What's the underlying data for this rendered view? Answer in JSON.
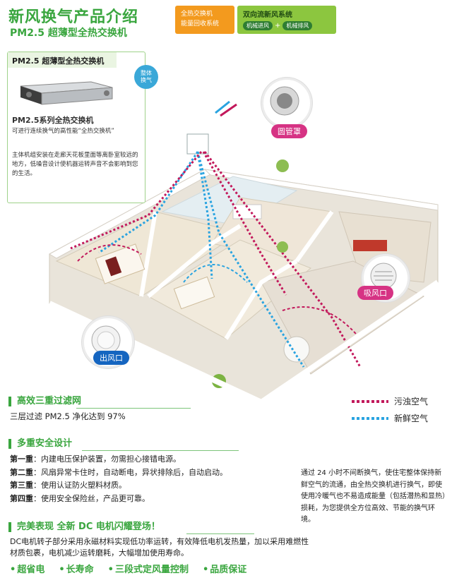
{
  "header": {
    "title": "新风换气产品介绍",
    "subtitle": "PM2.5 超薄型全热交换机",
    "tag_orange": [
      "全热交换机",
      "能量回收系统"
    ],
    "tag_green": {
      "title": "双向流新风系统",
      "pill1": "机械进风",
      "plus": "+",
      "pill2": "机械排风"
    }
  },
  "intro": {
    "title": "PM2.5 超薄型全热交换机",
    "badge": [
      "整体",
      "换气"
    ],
    "series": "PM2.5系列全热交换机",
    "desc1": "可进行连续换气的高性能“全热交换机”",
    "desc2": "主体机组安装在走廊天花板里面等离卧室较远的地方，低噪音设计使机器运转声音不会影响到您的生活。"
  },
  "callouts": {
    "pipe": "圆管罩",
    "inlet": "吸风口",
    "outlet": "出风口"
  },
  "legend": {
    "dirty": "污浊空气",
    "fresh": "新鲜空气",
    "dirty_color": "#c2185b",
    "fresh_color": "#29a3e0"
  },
  "sections": {
    "filter": {
      "title": "高效三重过滤网",
      "body": "三层过滤 PM2.5 净化达到 97%"
    },
    "safety": {
      "title": "多重安全设计",
      "rows": [
        {
          "k": "第一重",
          "v": "：内建电压保护装置，勿需担心接错电源。"
        },
        {
          "k": "第二重",
          "v": "：风扇异常卡住时，自动断电，异状排除后，自动启动。"
        },
        {
          "k": "第三重",
          "v": "：使用认证防火塑料材质。"
        },
        {
          "k": "第四重",
          "v": "：使用安全保险丝，产品更可靠。"
        }
      ]
    },
    "motor": {
      "title": "完美表现 全新 DC 电机闪耀登场！",
      "body": "DC电机转子部分采用永磁材料实现低功率运转，有效降低电机发热量，加以采用难燃性材质包裹，电机减少运转磨耗，大幅增加使用寿命。"
    },
    "features": [
      "超省电",
      "长寿命",
      "三段式定风量控制",
      "品质保证"
    ]
  },
  "side_text": "通过 24 小时不间断换气，使住宅整体保持新鲜空气的流通，由全热交换机进行换气，即使使用冷暖气也不易造成能量（包括潜热和显热）损耗，为您提供全方位高效、节能的换气环境。"
}
